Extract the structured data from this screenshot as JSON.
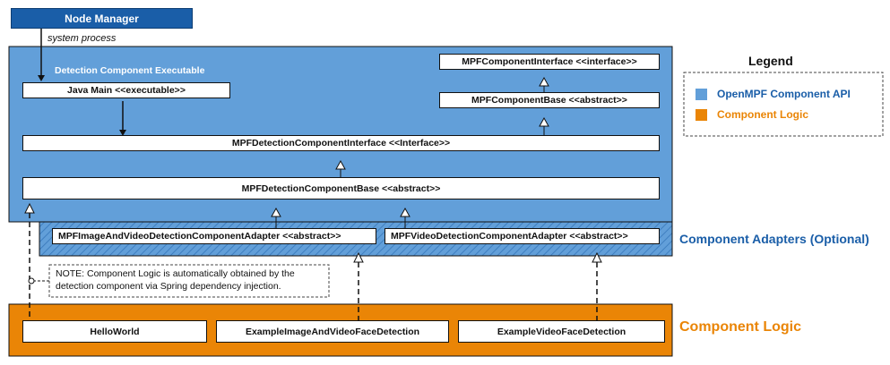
{
  "colors": {
    "api_blue": "#629fd9",
    "node_manager_blue": "#1a5ea8",
    "logic_orange": "#ea8506",
    "label_blue": "#1a5ea8",
    "label_orange": "#ea8506",
    "stroke": "#111111",
    "hatch_blue": "#7fb3e6"
  },
  "node_manager": {
    "label": "Node Manager",
    "edge_label": "system process"
  },
  "executable": {
    "title": "Detection Component Executable",
    "java_main": "Java Main <<executable>>",
    "component_interface": "MPFComponentInterface <<interface>>",
    "component_base": "MPFComponentBase <<abstract>>",
    "detection_interface": "MPFDetectionComponentInterface <<Interface>>",
    "detection_base": "MPFDetectionComponentBase <<abstract>>"
  },
  "adapters": {
    "title": "Component Adapters (Optional)",
    "image_video": "MPFImageAndVideoDetectionComponentAdapter <<abstract>>",
    "video": "MPFVideoDetectionComponentAdapter <<abstract>>"
  },
  "note": {
    "line1": "NOTE: Component Logic is automatically obtained by the",
    "line2": "detection component via Spring dependency injection."
  },
  "logic": {
    "title": "Component Logic",
    "hello_world": "HelloWorld",
    "example_image_video": "ExampleImageAndVideoFaceDetection",
    "example_video": "ExampleVideoFaceDetection"
  },
  "legend": {
    "title": "Legend",
    "api_label": "OpenMPF Component API",
    "logic_label": "Component Logic"
  }
}
